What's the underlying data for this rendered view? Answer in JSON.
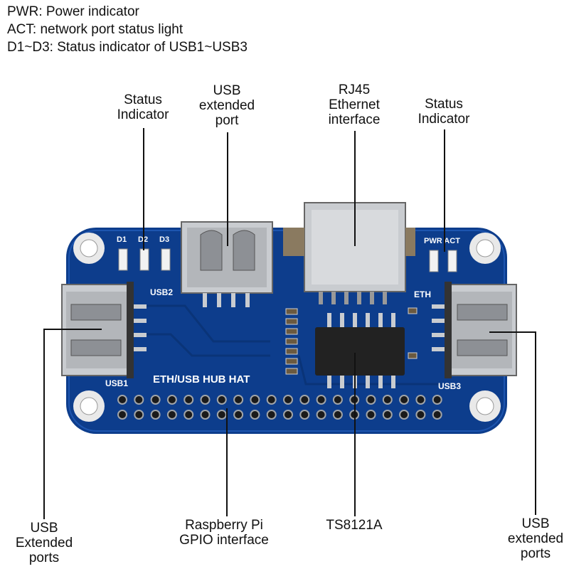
{
  "legend": [
    "PWR: Power indicator",
    "ACT: network port status light",
    "D1~D3: Status indicator of USB1~USB3"
  ],
  "labels": {
    "status_left": [
      "Status",
      "Indicator"
    ],
    "usb_top": [
      "USB",
      "extended",
      "port"
    ],
    "rj45": [
      "RJ45",
      "Ethernet",
      "interface"
    ],
    "status_right": [
      "Status",
      "Indicator"
    ],
    "usb_left": [
      "USB",
      "Extended",
      "ports"
    ],
    "gpio": [
      "Raspberry Pi",
      "GPIO interface"
    ],
    "chip": [
      "TS8121A"
    ],
    "usb_right": [
      "USB",
      "extended",
      "ports"
    ]
  },
  "silkscreen": {
    "d1": "D1",
    "d2": "D2",
    "d3": "D3",
    "pwr_act": "PWR ACT",
    "usb1": "USB1",
    "usb2": "USB2",
    "usb3": "USB3",
    "eth": "ETH",
    "board_name": "ETH/USB HUB HAT"
  },
  "colors": {
    "pcb": "#0d3d8c",
    "pcb_dark": "#082a66",
    "metal": "#c9ccd0",
    "chip": "#222222",
    "led": "#f2f2f2"
  }
}
